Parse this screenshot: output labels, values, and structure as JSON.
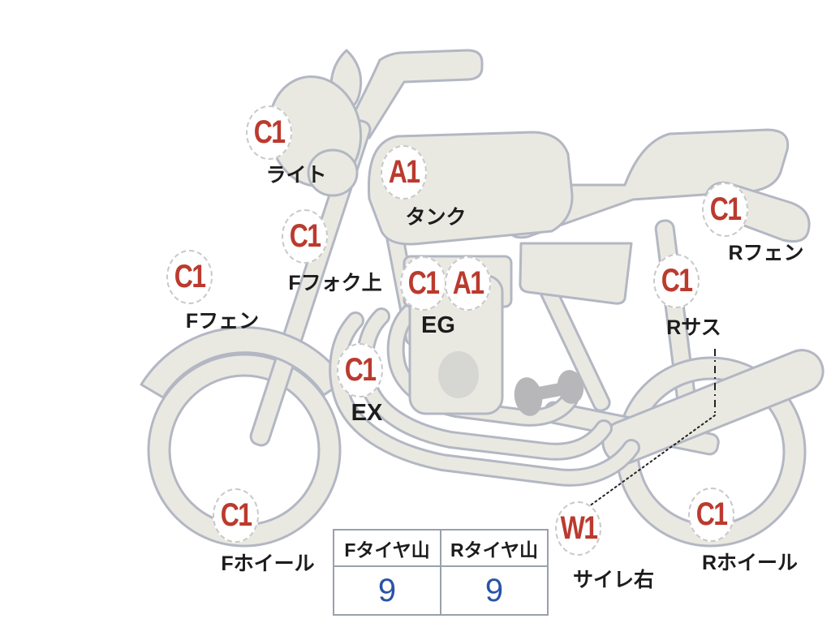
{
  "annotations": {
    "light": {
      "codes": [
        "C1"
      ],
      "label": "ライト"
    },
    "tank": {
      "codes": [
        "A1"
      ],
      "label": "タンク"
    },
    "f_fork_upper": {
      "codes": [
        "C1"
      ],
      "label": "Fフォク上"
    },
    "f_fender": {
      "codes": [
        "C1"
      ],
      "label": "Fフェン"
    },
    "engine": {
      "codes": [
        "C1",
        "A1"
      ],
      "label": "EG"
    },
    "exhaust": {
      "codes": [
        "C1"
      ],
      "label": "EX"
    },
    "r_fender": {
      "codes": [
        "C1"
      ],
      "label": "Rフェン"
    },
    "r_sus": {
      "codes": [
        "C1"
      ],
      "label": "Rサス"
    },
    "f_wheel": {
      "codes": [
        "C1"
      ],
      "label": "Fホイール"
    },
    "silencer_right": {
      "codes": [
        "W1"
      ],
      "label": "サイレ右"
    },
    "r_wheel": {
      "codes": [
        "C1"
      ],
      "label": "Rホイール"
    }
  },
  "tire_table": {
    "columns": [
      {
        "header": "Fタイヤ山",
        "value": "9"
      },
      {
        "header": "Rタイヤ山",
        "value": "9"
      }
    ]
  },
  "colors": {
    "badge_red": "#bb3a2e",
    "value_blue": "#2a53a8",
    "body_fill": "#e9e9e2",
    "body_line": "#b3b7c3",
    "label_black": "#1c1c1c",
    "table_border": "#9aa1ab",
    "pedal_gray": "#b7b7ba"
  }
}
